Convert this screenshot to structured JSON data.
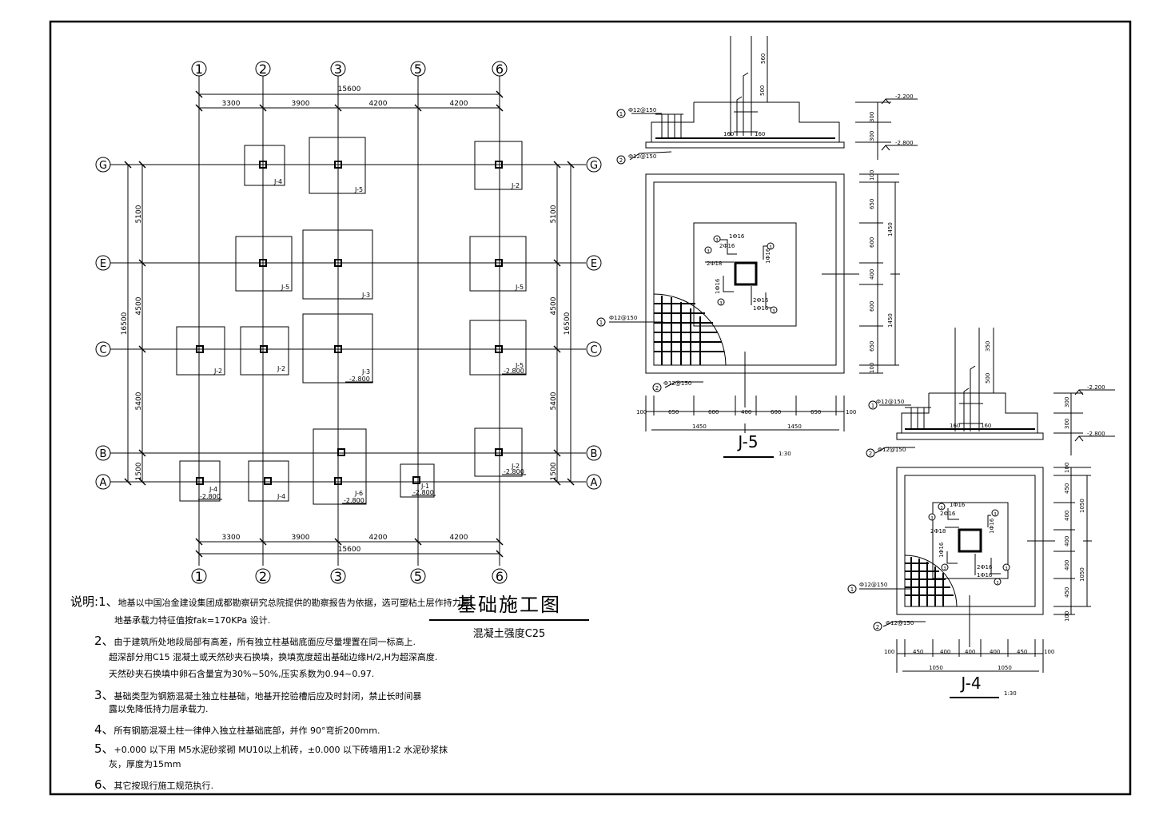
{
  "drawing": {
    "title": "基础施工图",
    "subtitle": "混凝土强度C25"
  },
  "plan": {
    "col_axes": [
      "1",
      "2",
      "3",
      "5",
      "6"
    ],
    "row_axes": [
      "G",
      "E",
      "C",
      "B",
      "A"
    ],
    "col_spans": [
      "3300",
      "3900",
      "4200",
      "4200"
    ],
    "total_width": "15600",
    "row_spans": [
      "5100",
      "4500",
      "5400",
      "1500"
    ],
    "total_height": "16500",
    "footings": [
      {
        "label": "J-4",
        "elev": ""
      },
      {
        "label": "J-5",
        "elev": ""
      },
      {
        "label": "J-2",
        "elev": ""
      },
      {
        "label": "J-5",
        "elev": ""
      },
      {
        "label": "J-3",
        "elev": ""
      },
      {
        "label": "J-5",
        "elev": ""
      },
      {
        "label": "J-2",
        "elev": ""
      },
      {
        "label": "J-2",
        "elev": ""
      },
      {
        "label": "J-3",
        "elev": "-2.800"
      },
      {
        "label": "J-5",
        "elev": "-2.800"
      },
      {
        "label": "J-2",
        "elev": "-2.800"
      },
      {
        "label": "J-4",
        "elev": "-2.800"
      },
      {
        "label": "J-4",
        "elev": ""
      },
      {
        "label": "J-6",
        "elev": "-2.800"
      },
      {
        "label": "J-1",
        "elev": "-2.800"
      }
    ]
  },
  "detail_j5": {
    "name": "J-5",
    "scale": "1:30",
    "elev_top": "-2.200",
    "elev_bottom": "-2.800",
    "rebar_1": "Ф12@150",
    "rebar_2": "Ф12@150",
    "h_dims": [
      "100",
      "650",
      "600",
      "400",
      "600",
      "650",
      "100"
    ],
    "h_totals": [
      "1450",
      "1450"
    ],
    "v_dims": [
      "100",
      "650",
      "600",
      "400",
      "600",
      "650",
      "100"
    ],
    "v_totals": [
      "1450",
      "1450"
    ],
    "section_dims": [
      "560",
      "500",
      "300",
      "300"
    ],
    "col_dims": [
      "160",
      "160"
    ],
    "col_bars": [
      "1Ф16",
      "2Ф16",
      "2Ф18",
      "1Ф16",
      "1Ф16",
      "2Ф16",
      "1Ф16"
    ],
    "markers": [
      "1",
      "2",
      "3",
      "3",
      "3",
      "3"
    ]
  },
  "detail_j4": {
    "name": "J-4",
    "scale": "1:30",
    "elev_top": "-2.200",
    "elev_bottom": "-2.800",
    "rebar_1": "Ф12@150",
    "rebar_2": "Ф12@150",
    "h_dims": [
      "100",
      "450",
      "400",
      "400",
      "400",
      "450",
      "100"
    ],
    "h_totals": [
      "1050",
      "1050"
    ],
    "v_dims": [
      "100",
      "450",
      "400",
      "400",
      "400",
      "450",
      "100"
    ],
    "v_totals": [
      "1050",
      "1050"
    ],
    "section_dims": [
      "350",
      "500",
      "300",
      "300"
    ],
    "col_dims": [
      "160",
      "160"
    ],
    "col_bars": [
      "1Ф16",
      "2Ф16",
      "2Ф18",
      "1Ф16",
      "1Ф16",
      "2Ф16",
      "1Ф16"
    ],
    "markers": [
      "1",
      "2",
      "3",
      "3",
      "3",
      "3"
    ]
  },
  "notes": {
    "heading": "说明:",
    "n1_num": "1、",
    "n1_a": "地基以中国冶金建设集团成都勘察研究总院提供的勘察报告为依据，选可塑粘土层作持力层，",
    "n1_b": "地基承载力特征值按fak=170KPa 设计.",
    "n2_num": "2、",
    "n2_a": "由于建筑所处地段局部有高差，所有独立柱基础底面应尽量埋置在同一标高上.",
    "n2_b": "超深部分用C15 混凝土或天然砂夹石换填，换填宽度超出基础边缘H/2,H为超深高度.",
    "n2_c": "天然砂夹石换填中卵石含量宜为30%~50%,压实系数为0.94~0.97.",
    "n3_num": "3、",
    "n3_a": "基础类型为钢筋混凝土独立柱基础，地基开挖验槽后应及时封闭，禁止长时间暴",
    "n3_b": "露以免降低持力层承载力.",
    "n4_num": "4、",
    "n4_a": "所有钢筋混凝土柱一律伸入独立柱基础底部，并作 90°弯折200mm.",
    "n5_num": "5、",
    "n5_a": "+0.000 以下用  M5水泥砂浆砌  MU10以上机砖，±0.000   以下砖墙用1:2 水泥砂浆抹",
    "n5_b": "灰，厚度为15mm",
    "n6_num": "6、",
    "n6_a": "其它按现行施工规范执行."
  }
}
